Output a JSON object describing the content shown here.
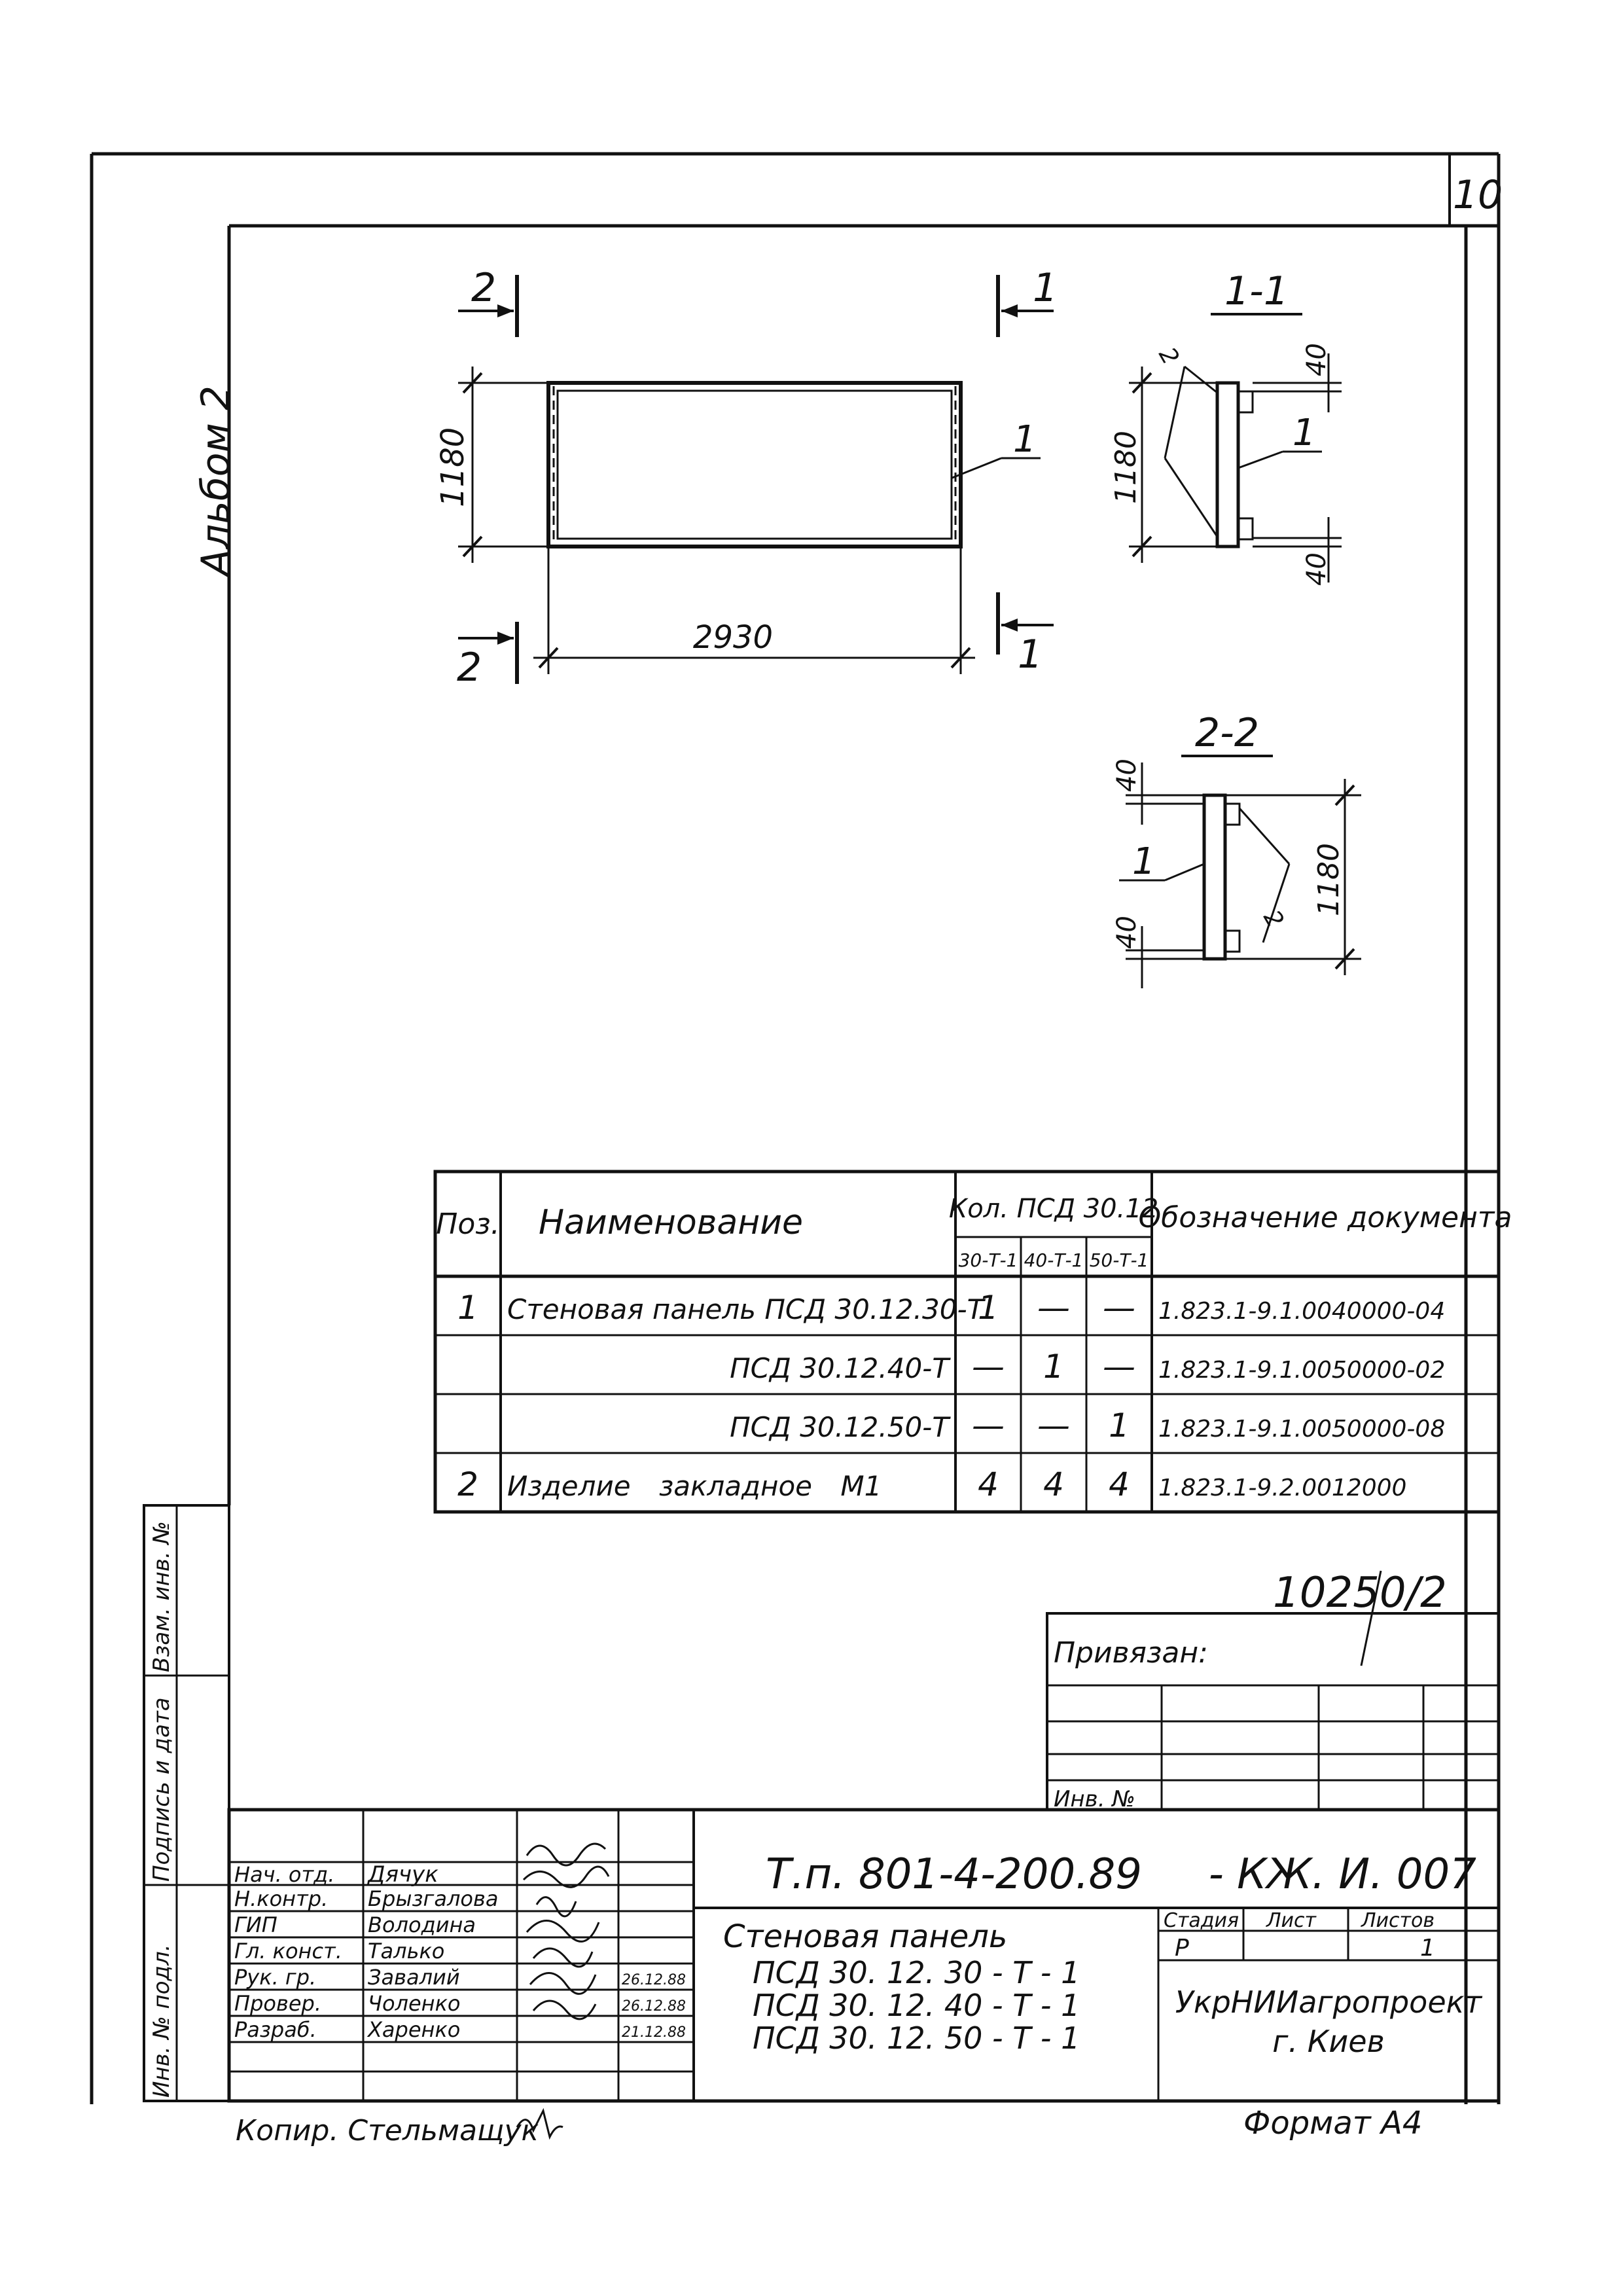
{
  "sheet_number": "10",
  "album_label": "Альбом 2",
  "section_labels": {
    "cut_2_left_top": "2",
    "cut_2_left_bottom": "2",
    "cut_1_right_top": "1",
    "cut_1_right_bottom": "1",
    "section_1_1": "1-1",
    "section_2_2": "2-2"
  },
  "dimensions": {
    "main_height": "1180",
    "main_length": "2930",
    "s11_height": "1180",
    "s11_top": "40",
    "s11_bottom": "40",
    "s22_height": "1180",
    "s22_top": "40",
    "s22_bottom": "40"
  },
  "callouts": {
    "main_pos": "1",
    "s11_pos_1": "1",
    "s11_pos_2": "2",
    "s22_pos_1": "1",
    "s22_pos_2": "2"
  },
  "spec_table": {
    "header_pos": "Поз.",
    "header_name": "Наименование",
    "header_qty": "Кол. ПСД 30.12",
    "header_qty_sub": [
      "30-Т-1",
      "40-Т-1",
      "50-Т-1"
    ],
    "header_doc": "Обозначение документа",
    "rows": [
      {
        "pos": "1",
        "name": "Стеновая панель ПСД 30.12.30-Т",
        "q1": "1",
        "q2": "—",
        "q3": "—",
        "doc": "1.823.1-9.1.0040000-04"
      },
      {
        "pos": "",
        "name": "ПСД 30.12.40-Т",
        "q1": "—",
        "q2": "1",
        "q3": "—",
        "doc": "1.823.1-9.1.0050000-02"
      },
      {
        "pos": "",
        "name": "ПСД 30.12.50-Т",
        "q1": "—",
        "q2": "—",
        "q3": "1",
        "doc": "1.823.1-9.1.0050000-08"
      },
      {
        "pos": "2",
        "name": "Изделие закладное М1",
        "q1": "4",
        "q2": "4",
        "q3": "4",
        "doc": "1.823.1-9.2.0012000"
      }
    ]
  },
  "binding": {
    "number": "10250/2",
    "label": "Привязан:",
    "inv_label": "Инв. №"
  },
  "side_stamp": {
    "field1": "Взам. инв. №",
    "field2": "Подпись и дата",
    "field3": "Инв. № подл."
  },
  "title_block": {
    "doc_code": "Т.п. 801-4-200.89     - КЖ. И. 007",
    "staff": [
      {
        "role": "Нач. отд.",
        "name": "Дячук",
        "date": ""
      },
      {
        "role": "Н.контр.",
        "name": "Брызгалова",
        "date": ""
      },
      {
        "role": "ГИП",
        "name": "Володина",
        "date": ""
      },
      {
        "role": "Гл. конст.",
        "name": "Талько",
        "date": ""
      },
      {
        "role": "Рук. гр.",
        "name": "Завалий",
        "date": "26.12.88"
      },
      {
        "role": "Провер.",
        "name": "Чоленко",
        "date": "26.12.88"
      },
      {
        "role": "Разраб.",
        "name": "Харенко",
        "date": "21.12.88"
      }
    ],
    "title_lines": [
      "Стеновая панель",
      "ПСД 30. 12. 30 - Т - 1",
      "ПСД 30. 12. 40 - Т - 1",
      "ПСД 30. 12. 50 - Т - 1"
    ],
    "stage_label": "Стадия",
    "sheet_label": "Лист",
    "sheets_label": "Листов",
    "stage_value": "Р",
    "sheet_value": "",
    "sheets_value": "1",
    "org_line1": "УкрНИИагропроект",
    "org_line2": "г. Киев"
  },
  "copied_by": "Копир. Стельмащук",
  "format": "Формат А4"
}
